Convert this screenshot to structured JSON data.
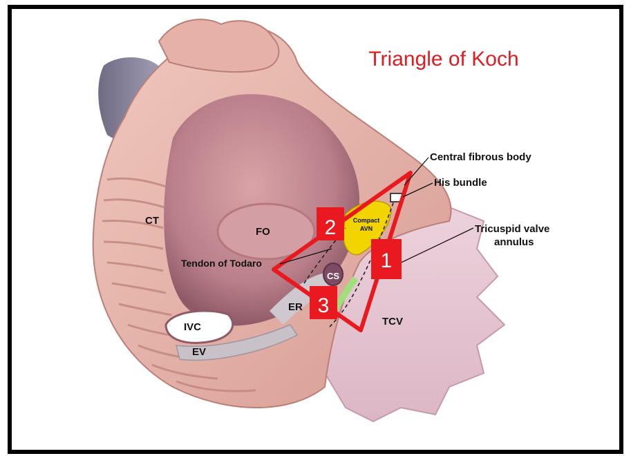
{
  "title": "Triangle of Koch",
  "labels": {
    "central_fibrous_body": "Central fibrous body",
    "his_bundle": "His bundle",
    "tricuspid_valve_line1": "Tricuspid valve",
    "tricuspid_valve_line2": "annulus",
    "ct": "CT",
    "fo": "FO",
    "tendon_of_todaro": "Tendon of Todaro",
    "compact_avn_line1": "Compact",
    "compact_avn_line2": "AVN",
    "cs": "CS",
    "er": "ER",
    "ivc": "IVC",
    "ev": "EV",
    "tcv": "TCV"
  },
  "markers": {
    "one": "1",
    "two": "2",
    "three": "3"
  },
  "colors": {
    "title": "#e01b22",
    "triangle": "#e8191f",
    "marker_fill": "#e8191f",
    "avn": "#f2d400",
    "tissue": "#e9b7ae",
    "cavity": "#c98f98",
    "frame": "#000000"
  }
}
